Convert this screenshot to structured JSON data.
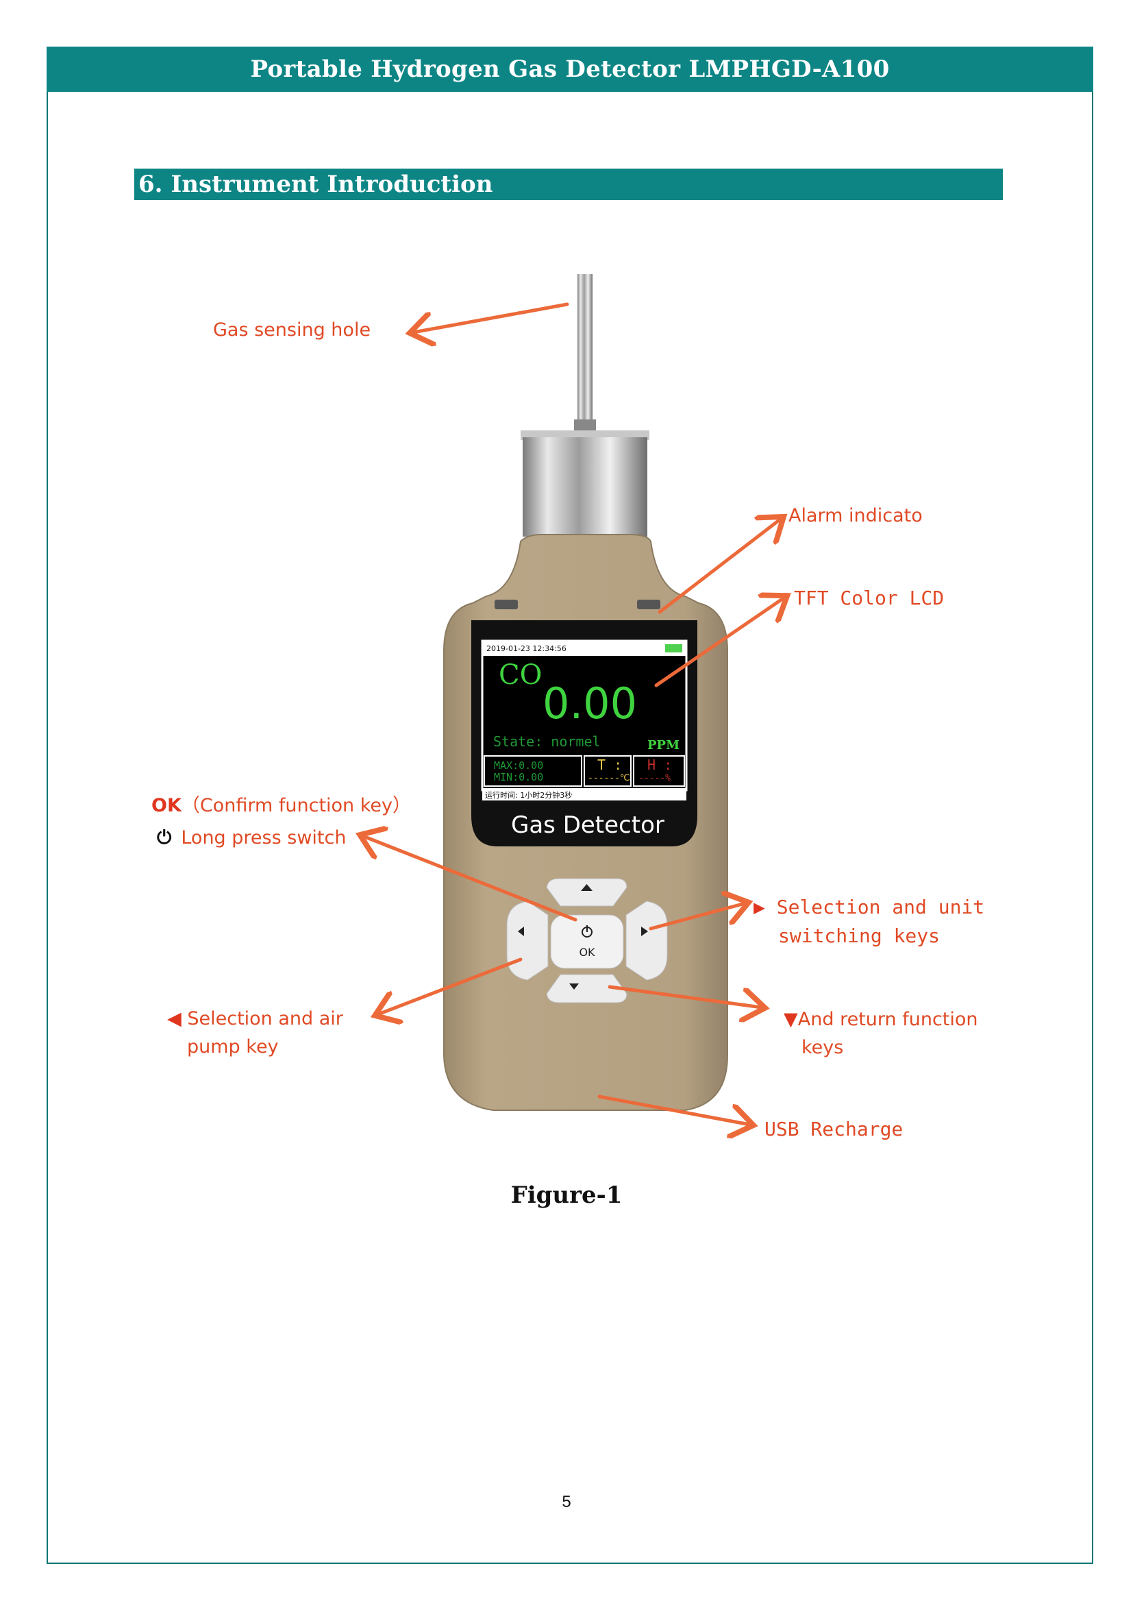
{
  "header": {
    "title": "Portable Hydrogen Gas Detector LMPHGD-A100"
  },
  "section": {
    "title": "6.  Instrument Introduction"
  },
  "figure": {
    "callouts": {
      "gas_sensing_hole": "Gas sensing hole",
      "alarm_indicator": "Alarm indicato",
      "tft_lcd": "TFT Color LCD",
      "ok_key_prefix": "OK",
      "ok_key_text": "（Confirm function key）",
      "power_text": "Long press switch",
      "right_key_line1": "Selection and unit",
      "right_key_line2": "switching keys",
      "left_key_line1": "Selection and air",
      "left_key_line2": "pump key",
      "down_key_line1": "And return function",
      "down_key_line2": "keys",
      "usb": "USB Recharge"
    },
    "device": {
      "datetime": "2019-01-23  12:34:56",
      "gas": "CO",
      "reading": "0.00",
      "state": "State: normel",
      "unit": "PPM",
      "max": "MAX:0.00",
      "min": "MIN:0.00",
      "temp_label": "T :",
      "temp_value": "------℃",
      "humid_label": "H :",
      "humid_value": "-----%",
      "runtime": "运行时间: 1小时2分钟3秒",
      "brand": "Gas Detector",
      "ok_label": "OK"
    },
    "caption": "Figure-1"
  },
  "page_number": "5",
  "colors": {
    "teal": "#0d8585",
    "callout_red": "#e04a25",
    "arrow": "#ec6a3a",
    "device_body": "#b4a183"
  }
}
